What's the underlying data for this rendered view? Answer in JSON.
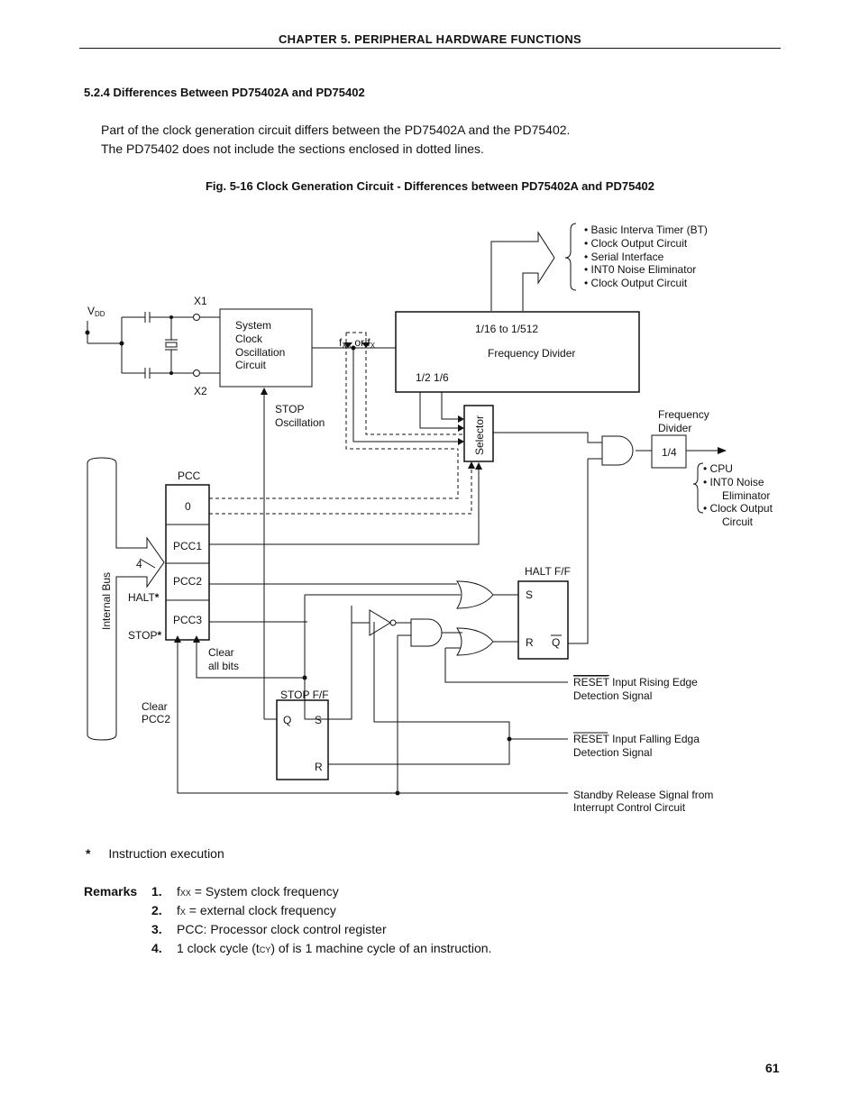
{
  "header": {
    "chapter": "CHAPTER  5.  PERIPHERAL  HARDWARE  FUNCTIONS"
  },
  "section": {
    "title": "5.2.4   Differences Between   PD75402A and   PD75402"
  },
  "paragraph": {
    "line1": "Part of the clock generation circuit differs between the   PD75402A and the   PD75402.",
    "line2": "The   PD75402 does not include the sections enclosed in dotted lines."
  },
  "figure": {
    "title": "Fig. 5-16  Clock Generation Circuit - Differences between   PD75402A and   PD75402",
    "top_targets": [
      "• Basic Interva Timer (BT)",
      "• Clock Output Circuit",
      "• Serial Interface",
      "• INT0 Noise Eliminator",
      "• Clock Output Circuit"
    ],
    "vdd": "V",
    "vdd_sub": "DD",
    "x1": "X1",
    "x2": "X2",
    "osc_block": [
      "System",
      "Clock",
      "Oscillation",
      "Circuit"
    ],
    "fxx_label": {
      "f1": "f",
      "sub1": "XX",
      "or": " or f",
      "sub2": "X"
    },
    "divider_range": "1/16 to 1/512",
    "divider_name": "Frequency Divider",
    "divider_taps": "1/2   1/6",
    "stop_osc": [
      "STOP",
      "Oscillation"
    ],
    "selector": "Selector",
    "freq_divider_label": [
      "Frequency",
      "Divider"
    ],
    "quarter": "1/4",
    "cpu_targets": [
      "• CPU",
      "• INT0 Noise",
      "Eliminator",
      "• Clock Output",
      "Circuit"
    ],
    "pcc_label": "PCC",
    "pcc_cells": [
      "0",
      "PCC1",
      "PCC2",
      "PCC3"
    ],
    "bus_width": "4",
    "internal_bus": "Internal Bus",
    "halt_label": "HALT",
    "stop_label": "STOP",
    "asterisk": "*",
    "clear_all": [
      "Clear",
      "all bits"
    ],
    "clear_pcc2": [
      "Clear",
      "PCC2"
    ],
    "halt_ff": {
      "title": "HALT F/F",
      "s": "S",
      "r": "R",
      "q": "Q"
    },
    "stop_ff": {
      "title": "STOP F/F",
      "q": "Q",
      "s": "S",
      "r": "R"
    },
    "reset_rising": {
      "bar": "RESET",
      "rest": " Input Rising Edge",
      "line2": "Detection Signal"
    },
    "reset_falling": {
      "bar": "RESET",
      "rest": " Input Falling Edga",
      "line2": "Detection Signal"
    },
    "standby": [
      "Standby Release Signal from",
      "Interrupt Control Circuit"
    ]
  },
  "footnote": {
    "mark": "*",
    "text": "Instruction execution"
  },
  "remarks": {
    "label": "Remarks",
    "items": [
      {
        "num": "1.",
        "pre": "f",
        "sub": "XX",
        "post": " = System clock frequency"
      },
      {
        "num": "2.",
        "pre": "f",
        "sub": "X",
        "post": " = external clock frequency"
      },
      {
        "num": "3.",
        "pre": "PCC: Processor clock control register",
        "sub": "",
        "post": ""
      },
      {
        "num": "4.",
        "pre": "1 clock cycle (t",
        "sub": "CY",
        "post": ") of     is 1 machine cycle of an instruction."
      }
    ]
  },
  "page_number": "61"
}
